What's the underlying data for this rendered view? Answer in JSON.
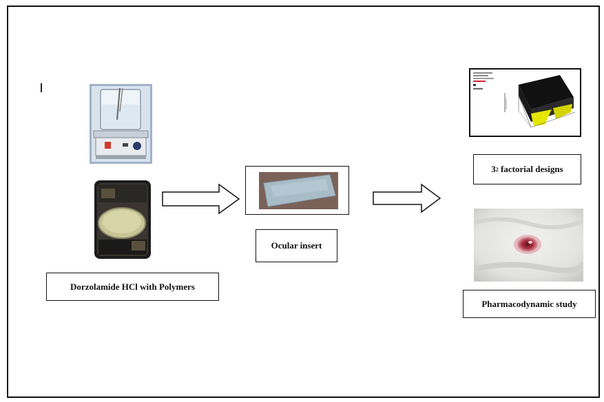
{
  "labels": {
    "start": "Dorzolamide HCl with Polymers",
    "middle": "Ocular insert",
    "factorial_base": "3",
    "factorial_exp": "2",
    "factorial_rest": " factorial designs",
    "end": "Pharmacodynamic study"
  },
  "images": {
    "stirrer": "magnetic-stirrer-photo",
    "petri": "petri-dish-photo",
    "insert": "ocular-insert-film-photo",
    "surface_plot": "3d-response-surface-plot",
    "rabbit_eye": "rabbit-eye-photo"
  },
  "colors": {
    "border": "#111111",
    "arrow_fill": "#ffffff",
    "plot_surface": "#111111",
    "plot_highlight": "#e6e600",
    "eye_red": "#b03040"
  }
}
